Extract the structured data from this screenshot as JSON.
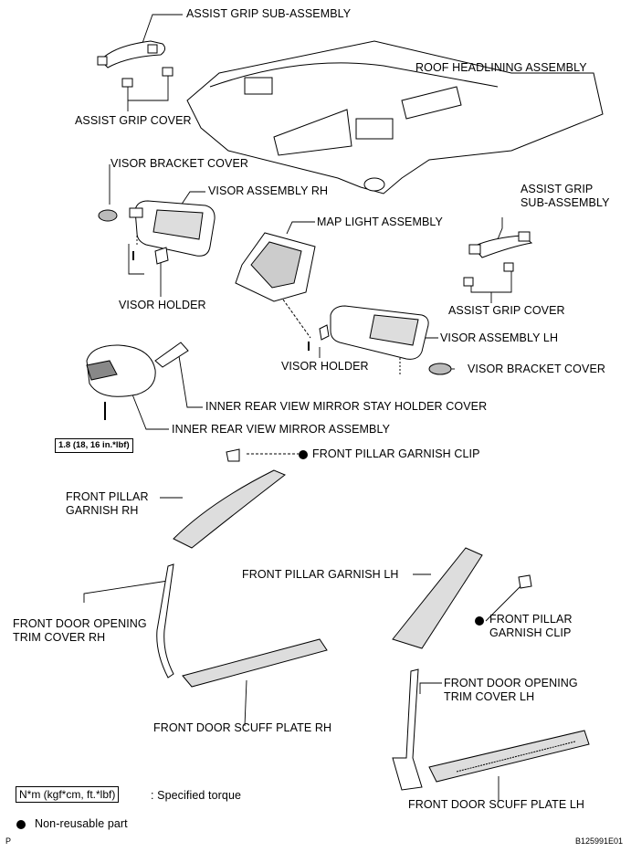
{
  "labels": {
    "assist_grip_sub_assembly_top": "ASSIST GRIP SUB-ASSEMBLY",
    "roof_headlining_assembly": "ROOF HEADLINING ASSEMBLY",
    "assist_grip_cover_left": "ASSIST GRIP COVER",
    "visor_bracket_cover_left": "VISOR BRACKET COVER",
    "visor_assembly_rh": "VISOR ASSEMBLY RH",
    "assist_grip_sub_assembly_right": "ASSIST GRIP\nSUB-ASSEMBLY",
    "map_light_assembly": "MAP LIGHT ASSEMBLY",
    "visor_holder_left": "VISOR HOLDER",
    "assist_grip_cover_right": "ASSIST GRIP COVER",
    "visor_assembly_lh": "VISOR ASSEMBLY LH",
    "visor_holder_center": "VISOR HOLDER",
    "visor_bracket_cover_right": "VISOR BRACKET COVER",
    "inner_rear_view_mirror_stay_holder_cover": "INNER REAR VIEW MIRROR STAY HOLDER COVER",
    "inner_rear_view_mirror_assembly": "INNER REAR VIEW MIRROR ASSEMBLY",
    "front_pillar_garnish_clip_top": "FRONT PILLAR GARNISH CLIP",
    "front_pillar_garnish_rh": "FRONT PILLAR\nGARNISH RH",
    "front_pillar_garnish_lh": "FRONT PILLAR GARNISH LH",
    "front_door_opening_trim_cover_rh": "FRONT DOOR OPENING\nTRIM COVER RH",
    "front_pillar_garnish_clip_right": "FRONT PILLAR\nGARNISH CLIP",
    "front_door_opening_trim_cover_lh": "FRONT DOOR OPENING\nTRIM COVER LH",
    "front_door_scuff_plate_rh": "FRONT DOOR SCUFF PLATE RH",
    "front_door_scuff_plate_lh": "FRONT DOOR SCUFF PLATE LH"
  },
  "torque_spec": "1.8 (18, 16 in.*lbf)",
  "legend": {
    "torque_box": "N*m (kgf*cm, ft.*lbf)",
    "torque_text": ": Specified torque",
    "nonreusable_text": "Non-reusable part"
  },
  "corner_mark": "P",
  "figure_id": "B125991E01"
}
